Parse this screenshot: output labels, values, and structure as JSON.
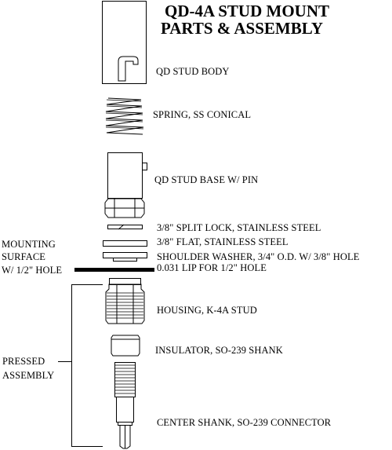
{
  "title": {
    "line1": "QD-4A STUD MOUNT",
    "line2": "PARTS & ASSEMBLY"
  },
  "parts": [
    {
      "id": "stud-body",
      "label": "QD STUD BODY"
    },
    {
      "id": "spring",
      "label": "SPRING, SS CONICAL"
    },
    {
      "id": "stud-base",
      "label": "QD STUD BASE W/ PIN"
    },
    {
      "id": "split-lock",
      "label": "3/8\" SPLIT LOCK, STAINLESS STEEL"
    },
    {
      "id": "flat-washer",
      "label": "3/8\" FLAT, STAINLESS STEEL"
    },
    {
      "id": "shoulder-washer",
      "label": "SHOULDER WASHER, 3/4\" O.D. W/ 3/8\" HOLE"
    },
    {
      "id": "lip",
      "label": "0.031 LIP FOR 1/2\" HOLE"
    },
    {
      "id": "housing",
      "label": "HOUSING, K-4A STUD"
    },
    {
      "id": "insulator",
      "label": "INSULATOR, SO-239 SHANK"
    },
    {
      "id": "center-shank",
      "label": "CENTER SHANK, SO-239 CONNECTOR"
    }
  ],
  "mounting_surface": {
    "line1": "MOUNTING",
    "line2": "SURFACE",
    "line3": "W/ 1/2\" HOLE"
  },
  "pressed_assembly": {
    "line1": "PRESSED",
    "line2": "ASSEMBLY"
  }
}
